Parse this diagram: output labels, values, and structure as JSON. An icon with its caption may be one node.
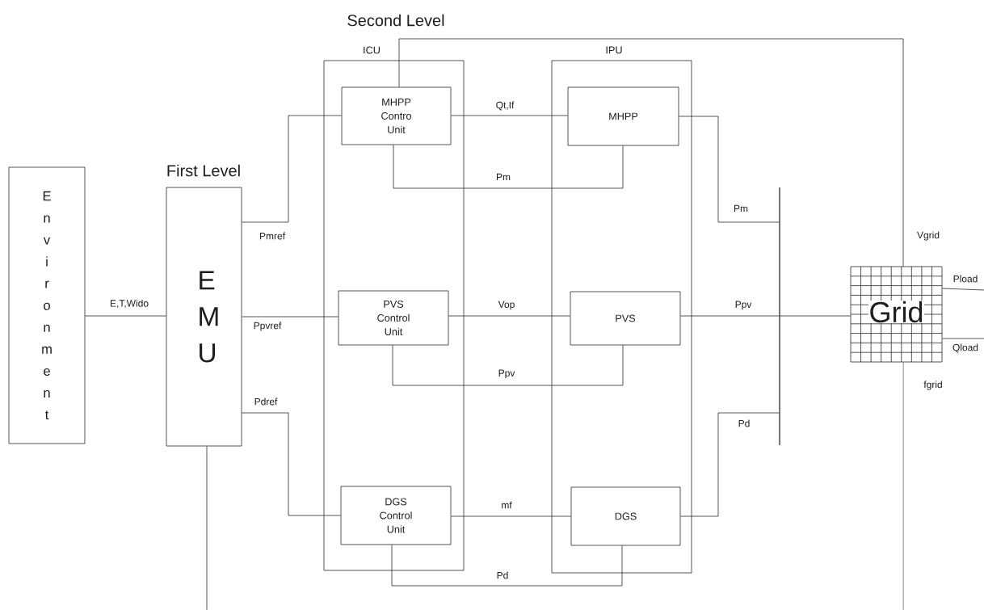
{
  "diagram": {
    "nodes": [
      {
        "text": [
          "Environment"
        ]
      },
      {
        "text": [
          "First Level",
          "EMU"
        ]
      },
      {
        "text": [
          "ICU"
        ]
      },
      {
        "text": [
          "MHPP Contro Unit"
        ],
        "in": 2
      },
      {
        "text": [
          "PVS Control Unit"
        ],
        "in": 2
      },
      {
        "text": [
          "DGS Control Unit"
        ],
        "in": 2
      },
      {
        "text": [
          "IPU"
        ]
      },
      {
        "text": [
          "MHPP"
        ],
        "in": 6
      },
      {
        "text": [
          "PVS"
        ],
        "in": 6
      },
      {
        "text": [
          "DGS"
        ],
        "in": 6
      },
      {
        "text": [],
        "shape": "bar"
      },
      {
        "text": [
          "Grid"
        ]
      }
    ],
    "edges": [
      {
        "from": 0,
        "to": 1,
        "arrow": "none",
        "label": "E,T,Wido"
      },
      {
        "from": 1,
        "to": 3,
        "arrow": "none",
        "label": "Pmref"
      },
      {
        "from": 1,
        "to": 4,
        "arrow": "none",
        "label": "Ppvref"
      },
      {
        "from": 1,
        "to": 5,
        "arrow": "none",
        "label": "Pdref"
      },
      {
        "from": 3,
        "to": 7,
        "arrow": "none",
        "label": "Qt,If"
      },
      {
        "from": 7,
        "to": 3,
        "arrow": "none",
        "label": "Pm"
      },
      {
        "from": 4,
        "to": 8,
        "arrow": "none",
        "label": "Vop"
      },
      {
        "from": 8,
        "to": 4,
        "arrow": "none",
        "label": "Ppv"
      },
      {
        "from": 5,
        "to": 9,
        "arrow": "none",
        "label": "mf"
      },
      {
        "from": 9,
        "to": 5,
        "arrow": "none",
        "label": "Pd"
      },
      {
        "from": 7,
        "to": 10,
        "arrow": "none",
        "label": "Pm"
      },
      {
        "from": 8,
        "to": 10,
        "arrow": "none",
        "label": "Ppv"
      },
      {
        "from": 10,
        "to": 11,
        "arrow": "none"
      },
      {
        "from": 9,
        "to": 10,
        "arrow": "none",
        "label": "Pd"
      },
      {
        "from": 3,
        "to": 11,
        "arrow": "none",
        "label": "Vgrid"
      },
      {
        "from": 11,
        "to": null,
        "arrow": "none",
        "label": "fgrid"
      },
      {
        "from": 11,
        "to": null,
        "arrow": "none",
        "label": "Pload"
      },
      {
        "from": 11,
        "to": null,
        "arrow": "none",
        "label": "Qload"
      },
      {
        "from": 1,
        "to": null,
        "arrow": "none"
      }
    ],
    "labels": [
      "Second Level"
    ]
  }
}
